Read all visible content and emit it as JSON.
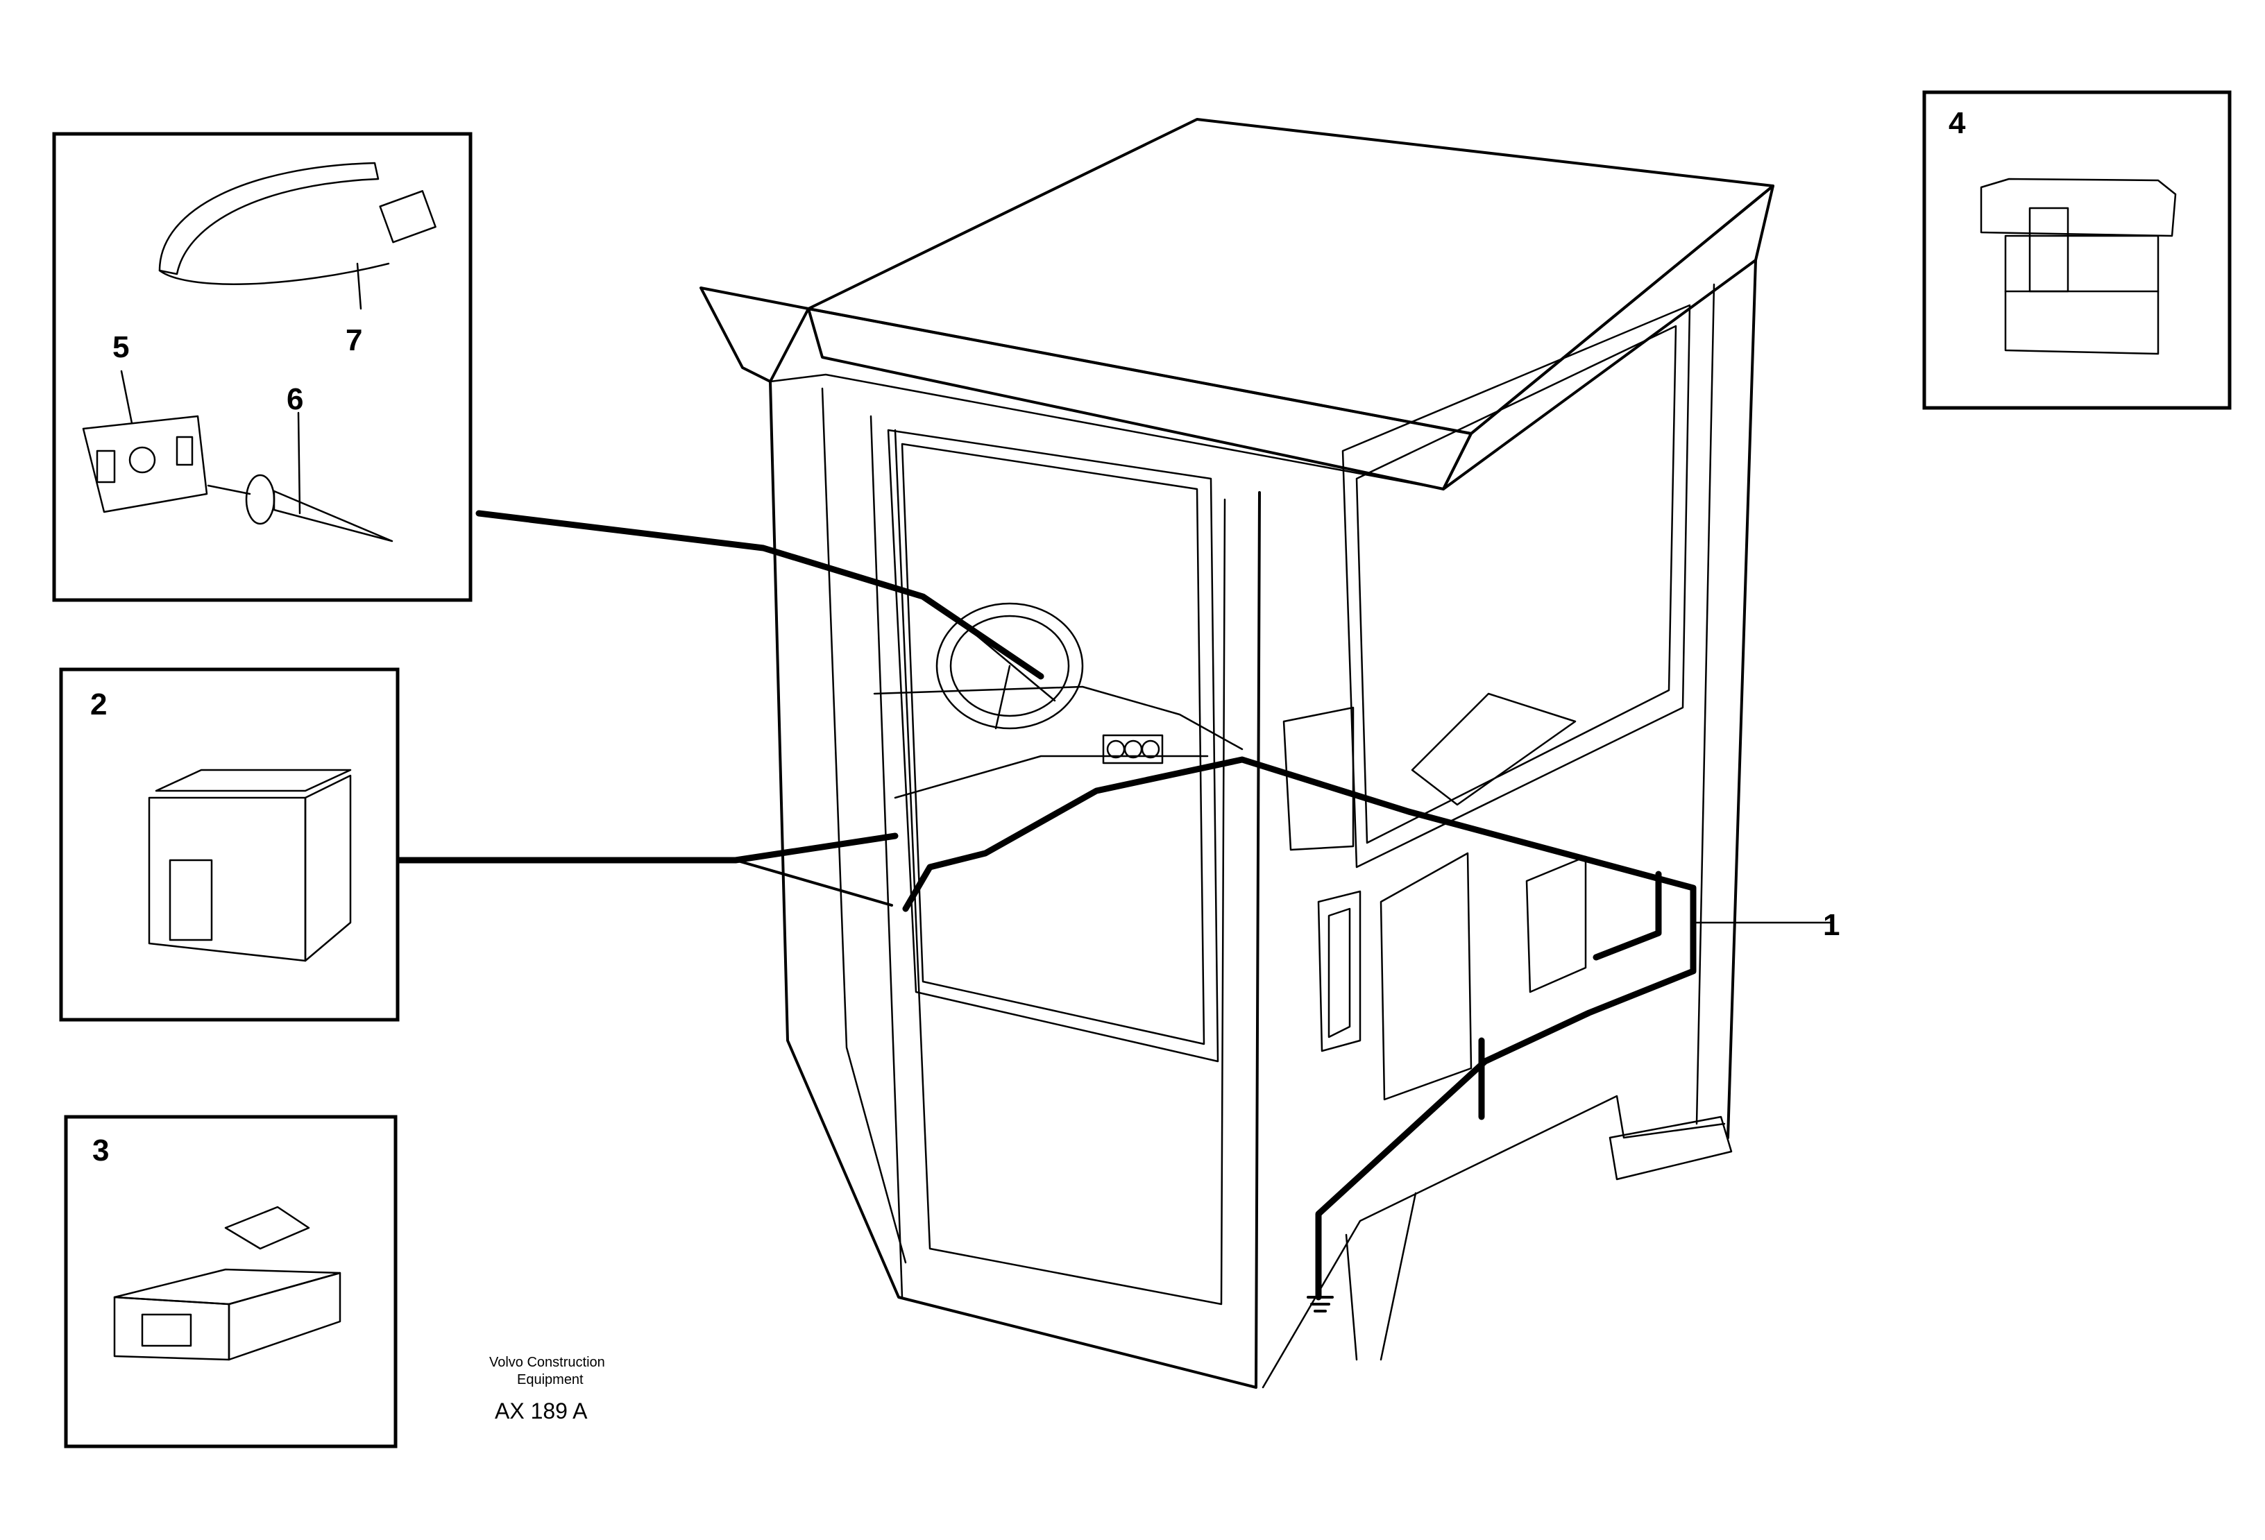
{
  "callouts": {
    "c1": "1",
    "c2": "2",
    "c3": "3",
    "c4": "4",
    "c5": "5",
    "c6": "6",
    "c7": "7"
  },
  "credit": {
    "line1": "Volvo Construction",
    "line2": "Equipment",
    "code": "AX 189 A"
  }
}
